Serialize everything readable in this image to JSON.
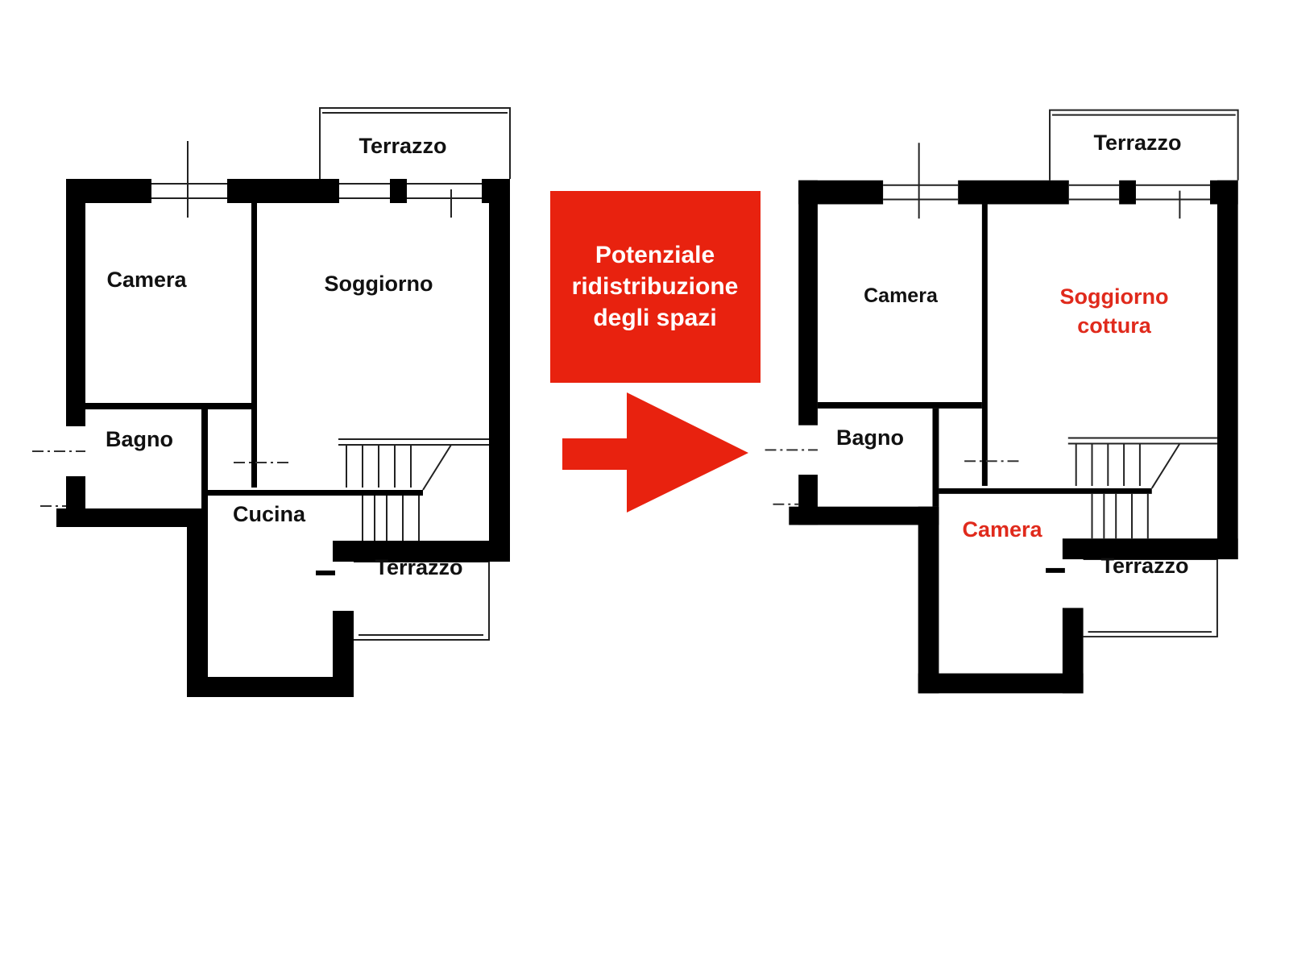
{
  "colors": {
    "accent": "#E8220F",
    "wall": "#000000",
    "highlight_text": "#E02A1C"
  },
  "plan_before": {
    "rooms": {
      "terrazzo_top": "Terrazzo",
      "camera": "Camera",
      "soggiorno": "Soggiorno",
      "bagno": "Bagno",
      "cucina": "Cucina",
      "terrazzo_bottom": "Terrazzo"
    }
  },
  "callout": {
    "lines": [
      "Potenziale",
      "ridistribuzione",
      "degli spazi"
    ],
    "icon": "arrow-right-icon"
  },
  "plan_after": {
    "rooms": {
      "terrazzo_top": "Terrazzo",
      "camera": "Camera",
      "soggiorno_lines": [
        "Soggiorno",
        "cottura"
      ],
      "bagno": "Bagno",
      "camera_new": "Camera",
      "terrazzo_bottom": "Terrazzo"
    }
  }
}
